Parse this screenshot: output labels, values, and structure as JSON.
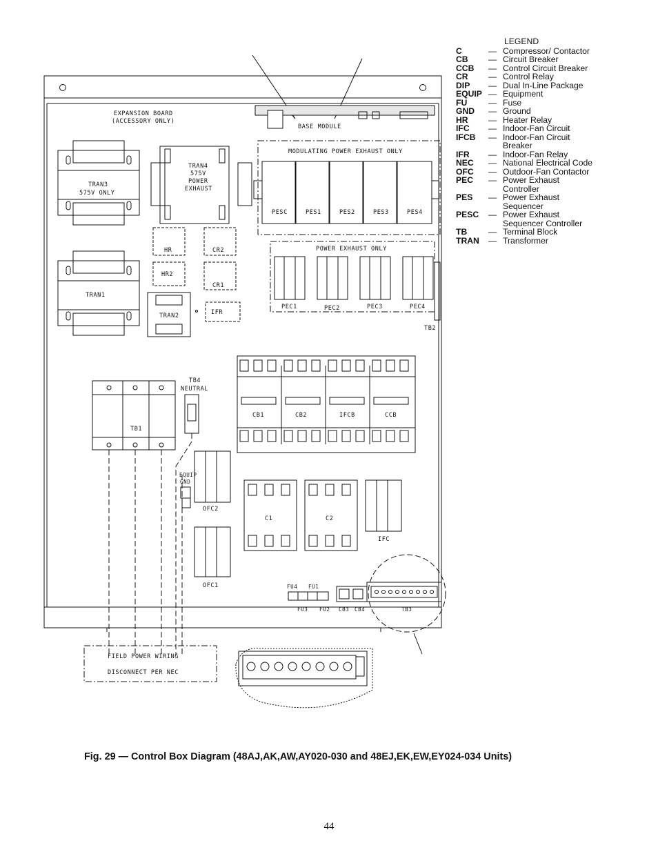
{
  "diagram_labels": {
    "expansion_board_1": "EXPANSION BOARD",
    "expansion_board_2": "(ACCESSORY ONLY)",
    "base_module": "BASE MODULE",
    "modulating_power_exhaust": "MODULATING POWER EXHAUST ONLY",
    "power_exhaust_only": "POWER EXHAUST ONLY",
    "tran3_1": "TRAN3",
    "tran3_2": "575V ONLY",
    "tran4_1": "TRAN4",
    "tran4_2": "575V",
    "tran4_3": "POWER",
    "tran4_4": "EXHAUST",
    "tran1": "TRAN1",
    "tran2": "TRAN2",
    "hr": "HR",
    "hr2": "HR2",
    "cr2": "CR2",
    "cr1": "CR1",
    "ifr": "IFR",
    "pesc": "PESC",
    "pes1": "PES1",
    "pes2": "PES2",
    "pes3": "PES3",
    "pes4": "PES4",
    "pec1": "PEC1",
    "pec2": "PEC2",
    "pec3": "PEC3",
    "pec4": "PEC4",
    "tb2": "TB2",
    "tb4_1": "TB4",
    "tb4_2": "NEUTRAL",
    "tb1": "TB1",
    "cb1": "CB1",
    "cb2": "CB2",
    "ifcb": "IFCB",
    "ccb": "CCB",
    "equip_1": "EQUIP",
    "equip_2": "GND",
    "ofc2": "OFC2",
    "ofc1": "OFC1",
    "c1": "C1",
    "c2": "C2",
    "ifc": "IFC",
    "fu4": "FU4",
    "fu1": "FU1",
    "fu3": "FU3",
    "fu2": "FU2",
    "cb3": "CB3",
    "cb4": "CB4",
    "tb3": "TB3",
    "field_power_wiring": "FIELD POWER WIRING",
    "disconnect_per_nec": "DISCONNECT PER NEC"
  },
  "legend": {
    "title": "LEGEND",
    "dash": "—",
    "items": [
      {
        "abbr": "C",
        "definition": "Compressor/ Contactor"
      },
      {
        "abbr": "CB",
        "definition": "Circuit Breaker"
      },
      {
        "abbr": "CCB",
        "definition": "Control Circuit Breaker"
      },
      {
        "abbr": "CR",
        "definition": "Control Relay"
      },
      {
        "abbr": "DIP",
        "definition": "Dual In-Line Package"
      },
      {
        "abbr": "EQUIP",
        "definition": "Equipment"
      },
      {
        "abbr": "FU",
        "definition": "Fuse"
      },
      {
        "abbr": "GND",
        "definition": "Ground"
      },
      {
        "abbr": "HR",
        "definition": "Heater Relay"
      },
      {
        "abbr": "IFC",
        "definition": "Indoor-Fan Circuit"
      },
      {
        "abbr": "IFCB",
        "definition": "Indoor-Fan Circuit Breaker"
      },
      {
        "abbr": "IFR",
        "definition": "Indoor-Fan Relay"
      },
      {
        "abbr": "NEC",
        "definition": "National Electrical Code"
      },
      {
        "abbr": "OFC",
        "definition": "Outdoor-Fan Contactor"
      },
      {
        "abbr": "PEC",
        "definition": "Power Exhaust Controller"
      },
      {
        "abbr": "PES",
        "definition": "Power Exhaust Sequencer"
      },
      {
        "abbr": "PESC",
        "definition": "Power Exhaust Sequencer Controller"
      },
      {
        "abbr": "TB",
        "definition": "Terminal Block"
      },
      {
        "abbr": "TRAN",
        "definition": "Transformer"
      }
    ]
  },
  "caption": "Fig. 29 — Control Box Diagram (48AJ,AK,AW,AY020-030 and 48EJ,EK,EW,EY024-034 Units)",
  "page_number": "44"
}
